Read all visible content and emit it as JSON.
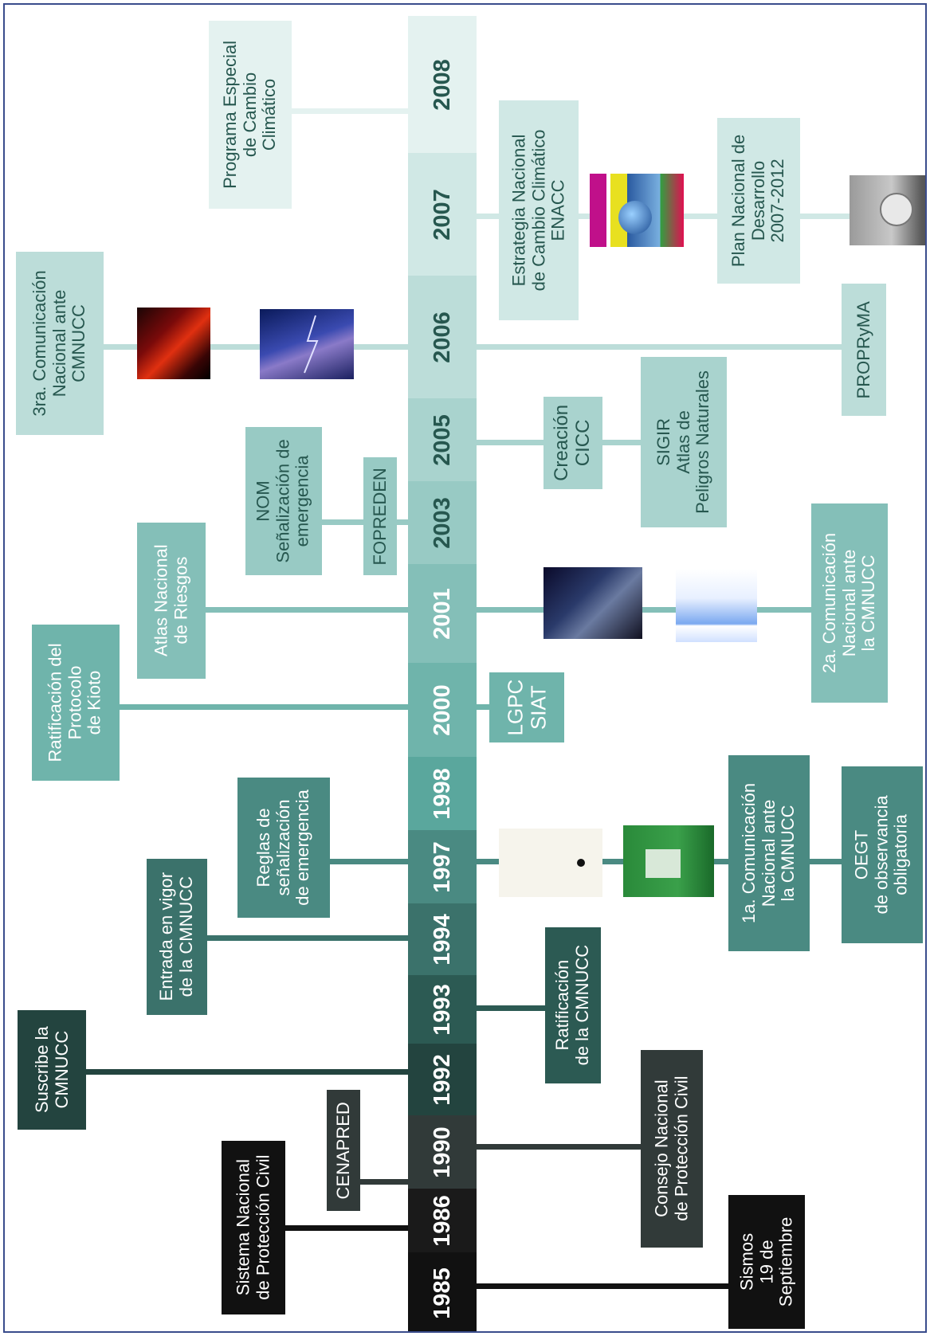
{
  "timeline": {
    "years": [
      {
        "label": "1985",
        "color": "#111111",
        "text": "#ffffff"
      },
      {
        "label": "1986",
        "color": "#1a1a1a",
        "text": "#ffffff"
      },
      {
        "label": "1990",
        "color": "#313a39",
        "text": "#ffffff"
      },
      {
        "label": "1992",
        "color": "#23443f",
        "text": "#ffffff"
      },
      {
        "label": "1993",
        "color": "#2c5a53",
        "text": "#ffffff"
      },
      {
        "label": "1994",
        "color": "#3b726b",
        "text": "#ffffff"
      },
      {
        "label": "1997",
        "color": "#4a8a82",
        "text": "#ffffff"
      },
      {
        "label": "1998",
        "color": "#5aa79d",
        "text": "#ffffff"
      },
      {
        "label": "2000",
        "color": "#6fb4ab",
        "text": "#ffffff"
      },
      {
        "label": "2001",
        "color": "#84bfb8",
        "text": "#ffffff"
      },
      {
        "label": "2003",
        "color": "#98cac4",
        "text": "#26574f"
      },
      {
        "label": "2005",
        "color": "#a9d3ce",
        "text": "#26574f"
      },
      {
        "label": "2006",
        "color": "#bcddd9",
        "text": "#26574f"
      },
      {
        "label": "2007",
        "color": "#d0e8e5",
        "text": "#26574f"
      },
      {
        "label": "2008",
        "color": "#e4f2f0",
        "text": "#26574f"
      }
    ]
  },
  "events": {
    "programa_especial": "Programa Especial\nde Cambio\nClimático",
    "tercera_comunicacion": "3ra. Comunicación\nNacional ante\nCMNUCC",
    "estrategia_nacional": "Estrategia Nacional\nde Cambio Climático\nENACC",
    "plan_nacional": "Plan Nacional de\nDesarrollo\n2007-2012",
    "propryma": "PROPRyMA",
    "nom_senalizacion": "NOM\nSeñalización de\nemergencia",
    "fopreden": "FOPREDEN",
    "creacion_cicc": "Creación\nCICC",
    "sigir": "SIGIR\nAtlas de\nPeligros Naturales",
    "atlas_nacional": "Atlas Nacional\nde Riesgos",
    "segunda_comunicacion": "2a. Comunicación\nNacional ante\nla CMNUCC",
    "ratificacion_kioto": "Ratificación del\nProtocolo\nde Kioto",
    "lgpc_siat": "LGPC\nSIAT",
    "reglas_senalizacion": "Reglas de\nseñalización\nde emergencia",
    "primera_comunicacion": "1a. Comunicación\nNacional ante\nla CMNUCC",
    "oegt": "OEGT\nde observancia\nobligatoria",
    "entrada_vigor": "Entrada en vigor\nde la CMNUCC",
    "ratificacion_cmnucc": "Ratificación\nde la CMNUCC",
    "suscribe": "Suscribe la\nCMNUCC",
    "cenapred": "CENAPRED",
    "consejo_nacional": "Consejo Nacional\nde Protección Civil",
    "sistema_nacional": "Sistema Nacional\nde Protección Civil",
    "sismos": "Sismos\n19 de\nSeptiembre"
  }
}
